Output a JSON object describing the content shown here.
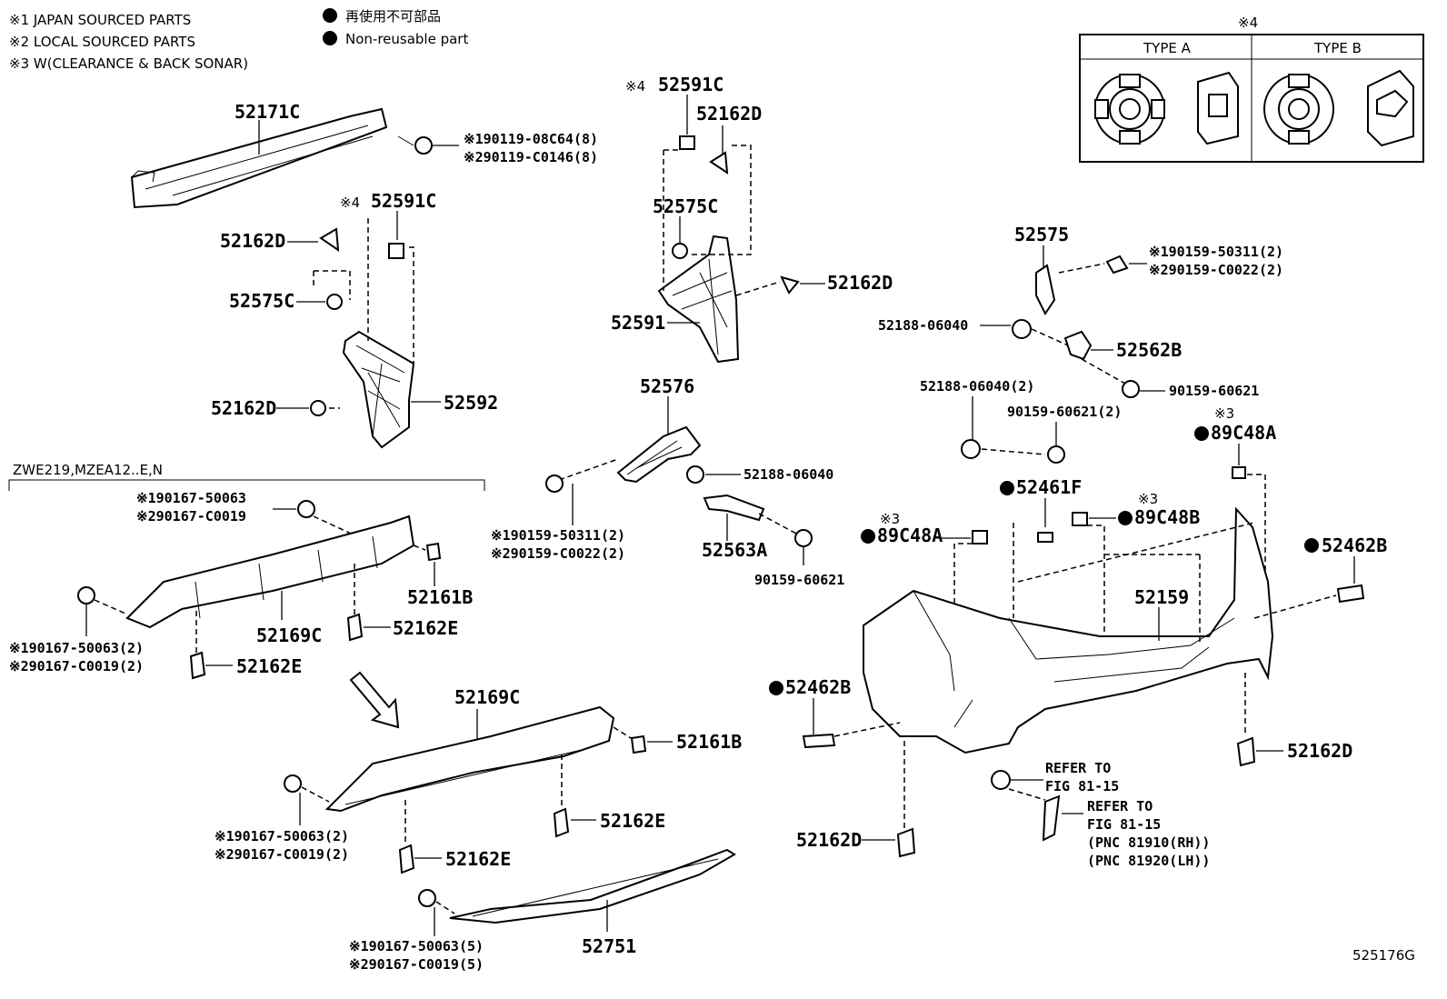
{
  "legend": {
    "note1": "※1 JAPAN SOURCED PARTS",
    "note2": "※2 LOCAL SOURCED PARTS",
    "note3": "※3 W(CLEARANCE & BACK SONAR)",
    "nonreuse_jp": "再使用不可部品",
    "nonreuse_en": "Non-reusable part"
  },
  "type_box": {
    "mark": "※4",
    "type_a": "TYPE A",
    "type_b": "TYPE B"
  },
  "variant_label": "ZWE219,MZEA12..E,N",
  "diagram_code": "525176G",
  "labels": {
    "p52171C": "52171C",
    "bolt_s1_a": "※190119-08C64(8)",
    "bolt_s2_a": "※290119-C0146(8)",
    "mark4_a": "※4",
    "p52591C_a": "52591C",
    "p52162D_a": "52162D",
    "p52575C_a": "52575C",
    "p52162D_b": "52162D",
    "p52592": "52592",
    "mark4_b": "※4",
    "p52591C_b": "52591C",
    "p52162D_c": "52162D",
    "p52575C_b": "52575C",
    "p52162D_d": "52162D",
    "p52591": "52591",
    "p52576": "52576",
    "p52188_a": "52188-06040",
    "p52563A": "52563A",
    "p90159_a": "90159-60621",
    "bolt_s1_b": "※190159-50311(2)",
    "bolt_s2_b": "※290159-C0022(2)",
    "p52575": "52575",
    "bolt_s1_c": "※190159-50311(2)",
    "bolt_s2_c": "※290159-C0022(2)",
    "p52188_b": "52188-06040",
    "p52562B": "52562B",
    "p90159_b": "90159-60621",
    "p52188_c": "52188-06040(2)",
    "p90159_c": "90159-60621(2)",
    "mark3_a": "※3",
    "p89C48A_a": "89C48A",
    "p52461F": "52461F",
    "mark3_b": "※3",
    "p89C48B": "89C48B",
    "mark3_c": "※3",
    "p89C48A_b": "89C48A",
    "p52462B_a": "52462B",
    "p52159": "52159",
    "p52462B_b": "52462B",
    "p52162D_e": "52162D",
    "p52162D_f": "52162D",
    "refer_a1": "REFER TO",
    "refer_a2": "FIG 81-15",
    "refer_b1": "REFER TO",
    "refer_b2": "FIG 81-15",
    "refer_b3": "(PNC 81910(RH))",
    "refer_b4": "(PNC 81920(LH))",
    "bolt_s1_d": "※190167-50063",
    "bolt_s2_d": "※290167-C0019",
    "p52161B_a": "52161B",
    "bolt_s1_e": "※190167-50063(2)",
    "bolt_s2_e": "※290167-C0019(2)",
    "p52169C_a": "52169C",
    "p52162E_a": "52162E",
    "p52162E_b": "52162E",
    "p52169C_b": "52169C",
    "p52161B_b": "52161B",
    "p52162E_c": "52162E",
    "bolt_s1_f": "※190167-50063(2)",
    "bolt_s2_f": "※290167-C0019(2)",
    "p52162E_d": "52162E",
    "bolt_s1_g": "※190167-50063(5)",
    "bolt_s2_g": "※290167-C0019(5)",
    "p52751": "52751"
  }
}
